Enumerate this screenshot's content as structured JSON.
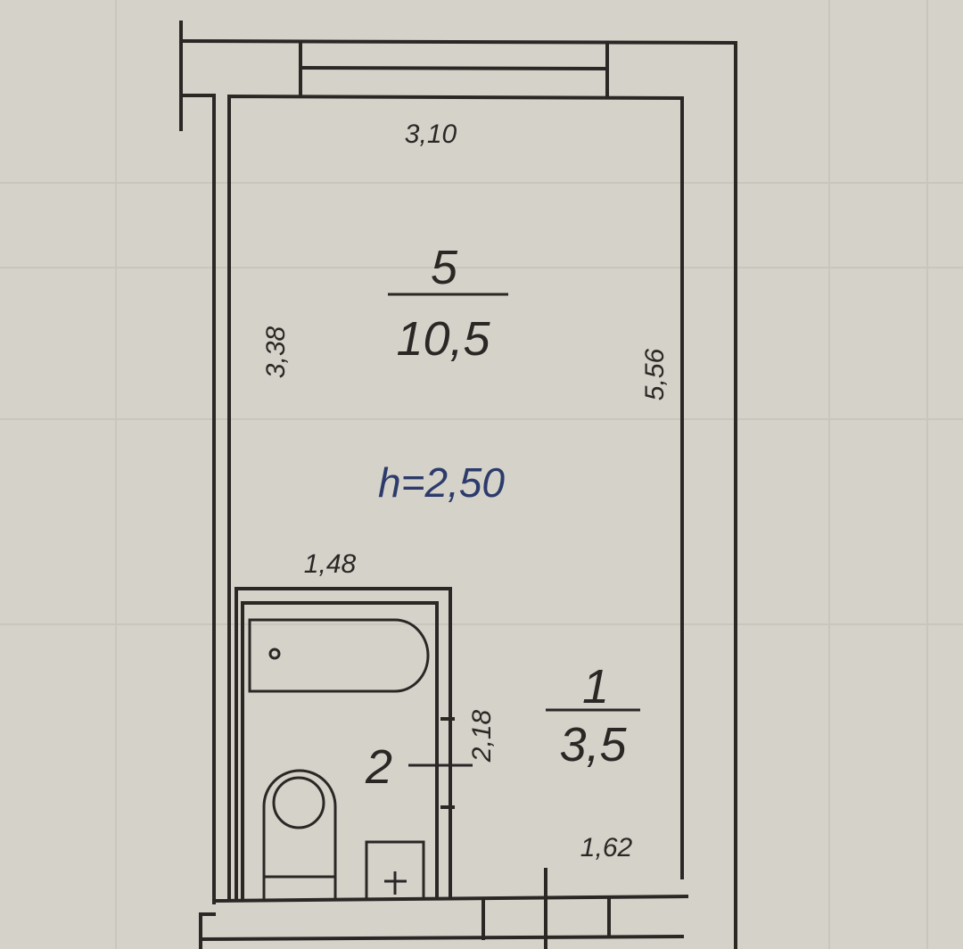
{
  "plan": {
    "main_room": {
      "number": "5",
      "area": "10,5"
    },
    "hallway": {
      "number": "1",
      "area": "3,5"
    },
    "bathroom": {
      "number": "2"
    },
    "ceiling_height": "h=2,50",
    "dimensions": {
      "top_width": "3,10",
      "left_length": "3,38",
      "right_length": "5,56",
      "bathroom_width": "1,48",
      "bathroom_length": "2,18",
      "hallway_width": "1,62"
    }
  },
  "colors": {
    "ink": "#2b2725",
    "paper": "#d5d2ca",
    "height_label": "#2c3b6b"
  }
}
